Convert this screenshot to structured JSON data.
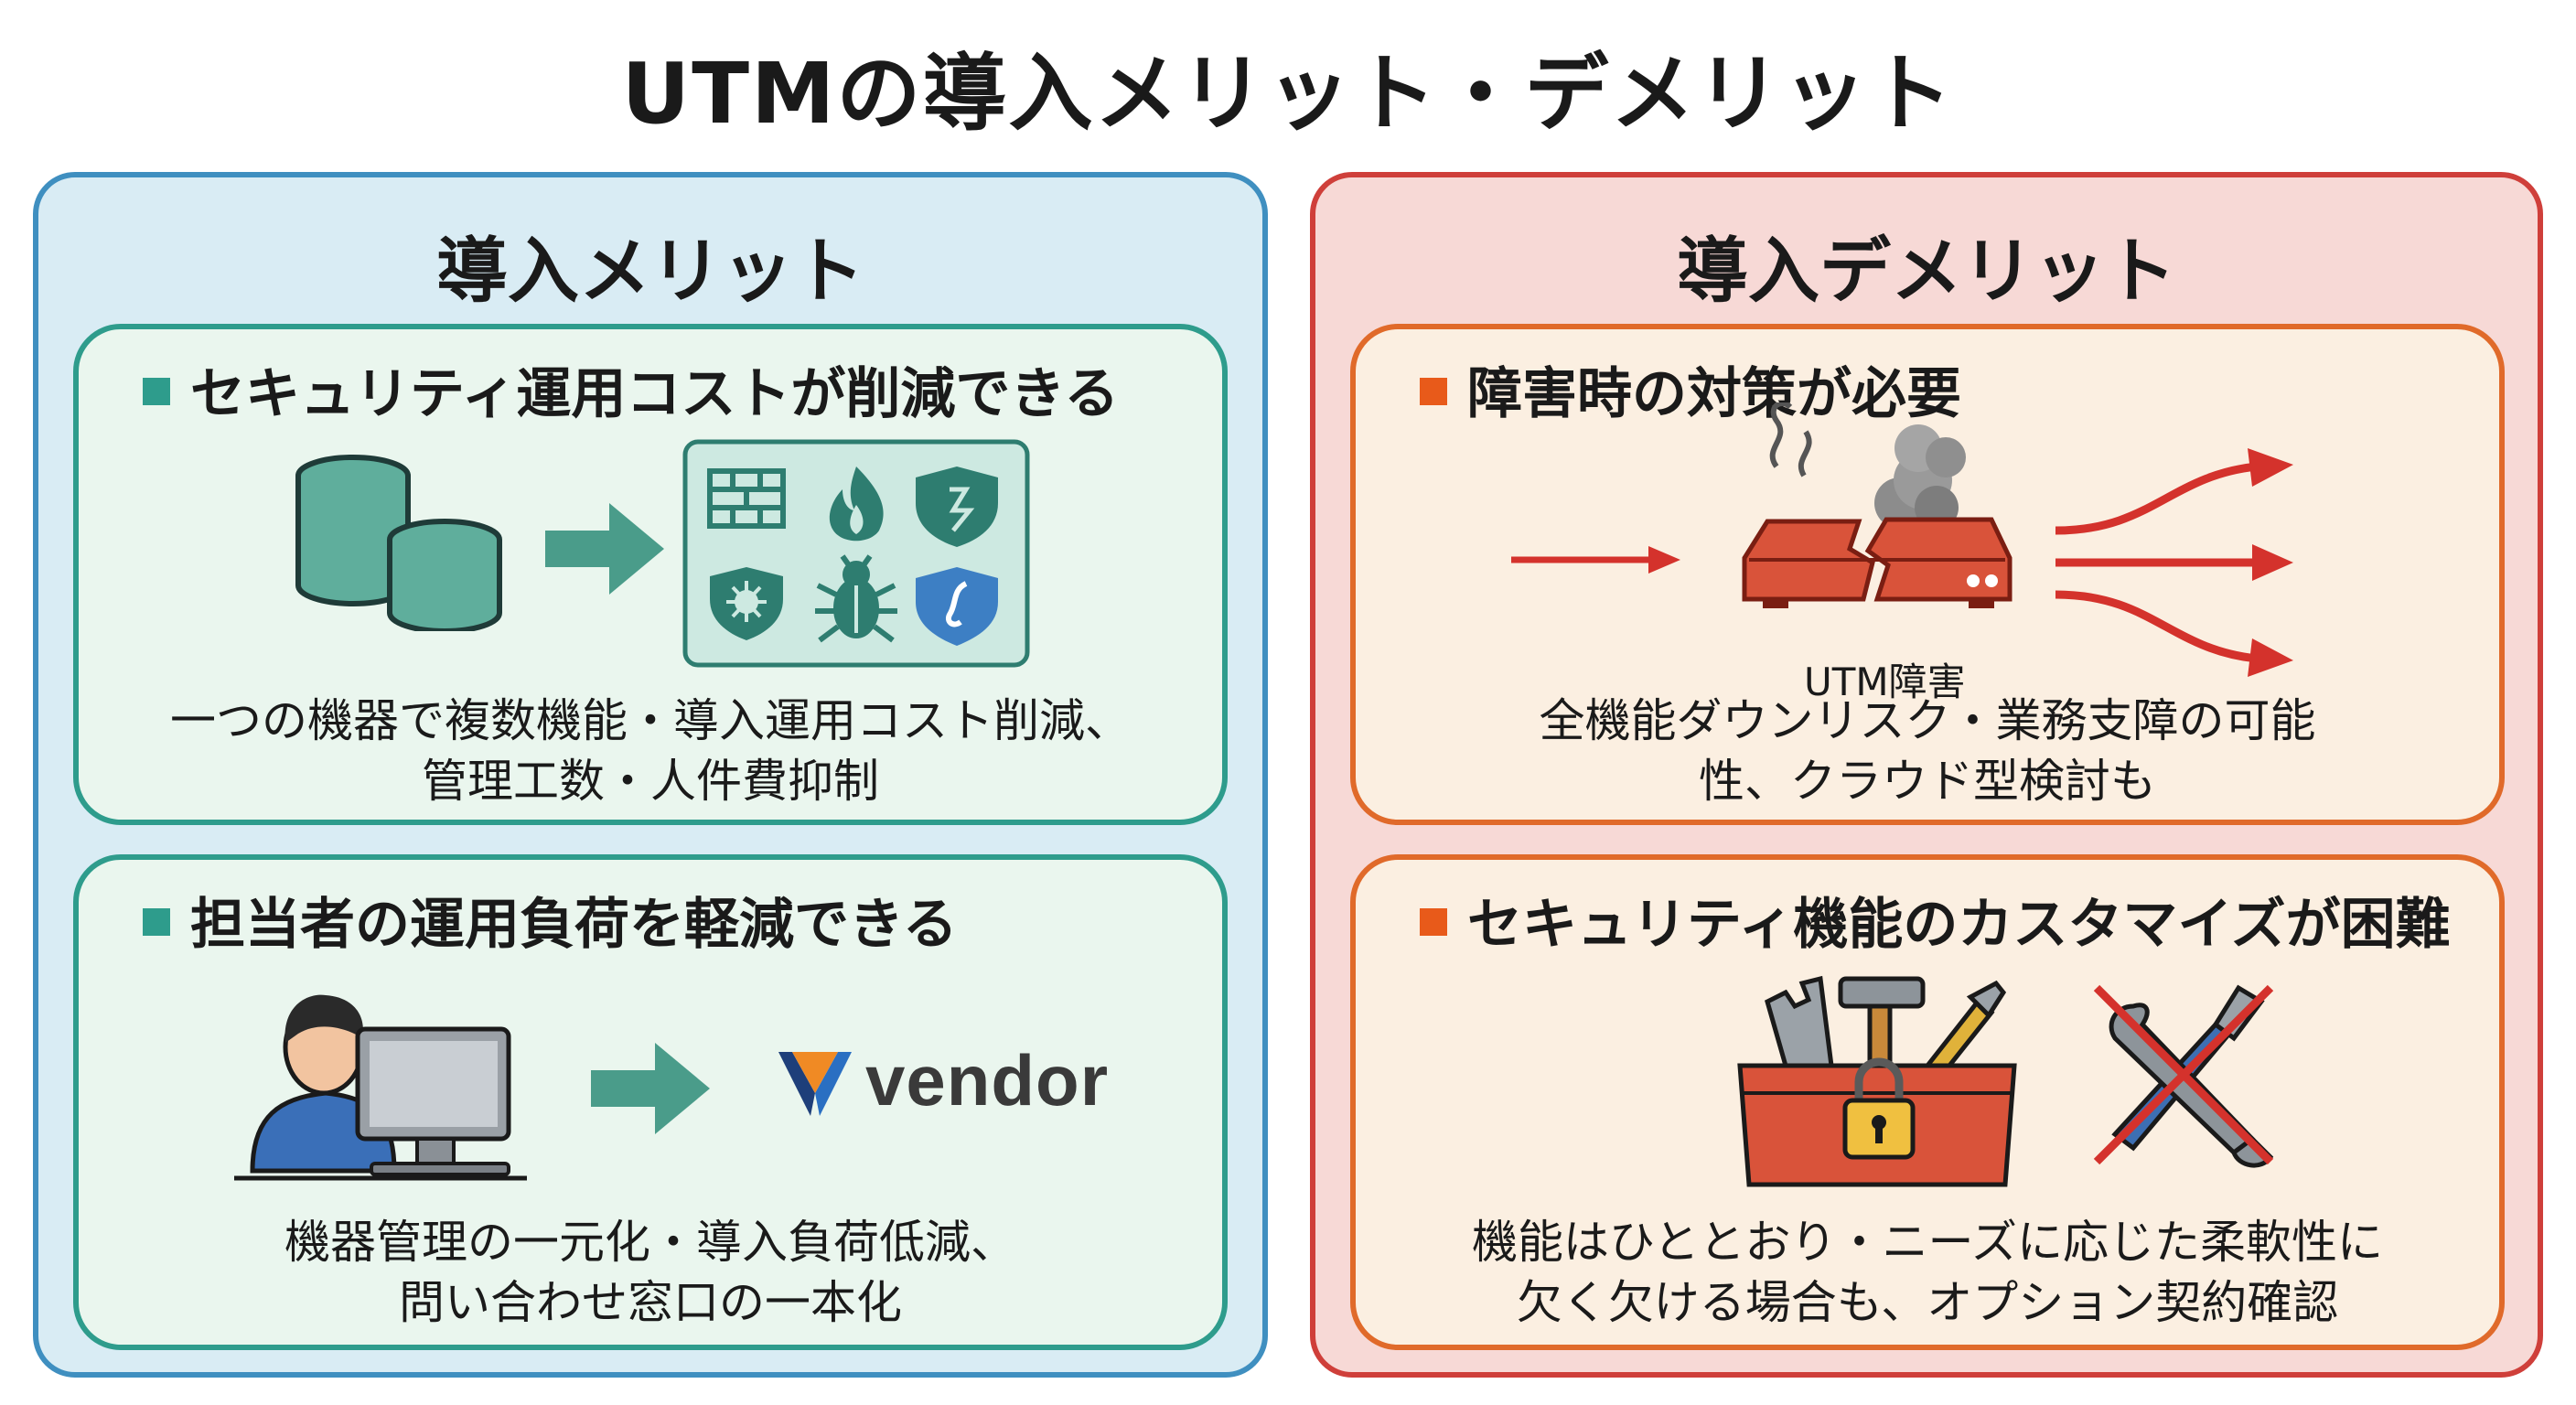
{
  "title": "UTMの導入メリット・デメリット",
  "merit": {
    "heading": "導入メリット",
    "cards": [
      {
        "title": "セキュリティ運用コストが削減できる",
        "description": "一つの機器で複数機能・導入運用コスト削減、\n管理工数・人件費抑制",
        "icons": [
          "database-stack-icon",
          "arrow-right-icon",
          "firewall-icon",
          "fire-icon",
          "shield-icon",
          "virus-shield-icon",
          "bug-icon",
          "shield-check-icon"
        ]
      },
      {
        "title": "担当者の運用負荷を軽減できる",
        "description": "機器管理の一元化・導入負荷低減、\n問い合わせ窓口の一本化",
        "vendor_label": "vendor",
        "icons": [
          "person-computer-icon",
          "arrow-right-icon",
          "vendor-logo-icon"
        ]
      }
    ]
  },
  "demerit": {
    "heading": "導入デメリット",
    "cards": [
      {
        "title": "障害時の対策が必要",
        "device_label": "UTM障害",
        "description": "全機能ダウンリスク・業務支障の可能\n性、クラウド型検討も",
        "icons": [
          "arrow-right-icon",
          "broken-appliance-icon",
          "smoke-icon",
          "split-arrows-icon"
        ]
      },
      {
        "title": "セキュリティ機能のカスタマイズが困難",
        "description": "機能はひととおり・ニーズに応じた柔軟性に\n欠く欠ける場合も、オプション契約確認",
        "icons": [
          "locked-toolbox-icon",
          "crossed-tools-icon"
        ]
      }
    ]
  },
  "colors": {
    "merit_border": "#3f8fc0",
    "merit_bg": "#d9ecf4",
    "merit_card_border": "#2e9c8c",
    "demerit_border": "#cf3f3a",
    "demerit_bg": "#f7d9d6",
    "demerit_card_border": "#e06a2a"
  }
}
